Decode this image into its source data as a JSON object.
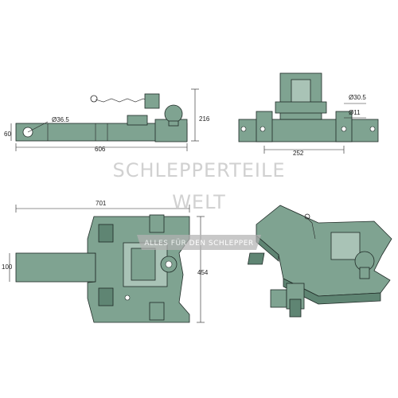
{
  "dimensions": {
    "side_length": "606",
    "side_height_left": "60",
    "side_hole": "Ø36.5",
    "side_height_total": "216",
    "front_width": "252",
    "front_hole_big": "Ø30.5",
    "front_hole_small": "Ø11",
    "top_width": "701",
    "top_tongue": "100",
    "top_depth": "454"
  },
  "watermark": {
    "line1": "SCHLEPPERTEILE",
    "line2": "WELT",
    "band": "ALLES FÜR DEN SCHLEPPER"
  },
  "colors": {
    "part": "#7fa391",
    "outline": "#1f2a26"
  }
}
